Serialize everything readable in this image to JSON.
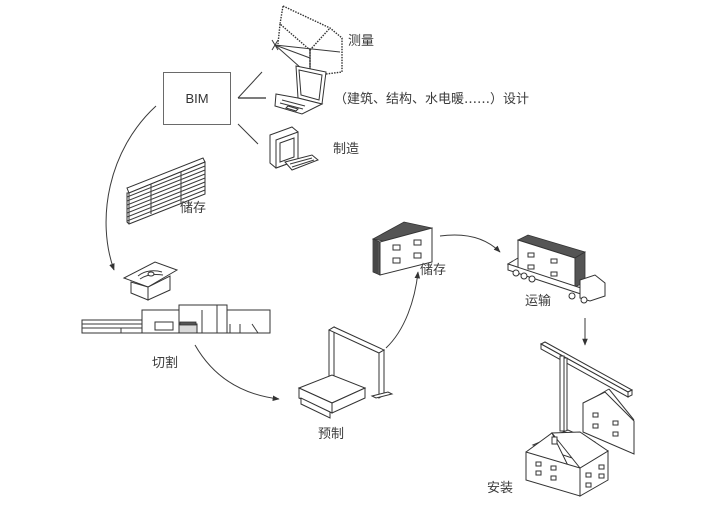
{
  "diagram": {
    "title": "BIM prefabricated construction workflow",
    "hub": {
      "label": "BIM"
    },
    "branches": [
      {
        "id": "survey",
        "label": "测量",
        "icon": "survey-house-icon"
      },
      {
        "id": "design",
        "label": "（建筑、结构、水电暖……）设计",
        "icon": "laptop-icon"
      },
      {
        "id": "manufacture",
        "label": "制造",
        "icon": "desktop-computer-icon"
      }
    ],
    "stages": [
      {
        "id": "storage-raw",
        "label": "储存",
        "icon": "stacked-panels-icon"
      },
      {
        "id": "cutting",
        "label": "切割",
        "icon": "cutting-machine-icon"
      },
      {
        "id": "prefab",
        "label": "预制",
        "icon": "gantry-press-icon"
      },
      {
        "id": "storage-panels",
        "label": "储存",
        "icon": "wall-panels-icon"
      },
      {
        "id": "transport",
        "label": "运输",
        "icon": "truck-icon"
      },
      {
        "id": "install",
        "label": "安装",
        "icon": "crane-house-icon"
      }
    ]
  }
}
